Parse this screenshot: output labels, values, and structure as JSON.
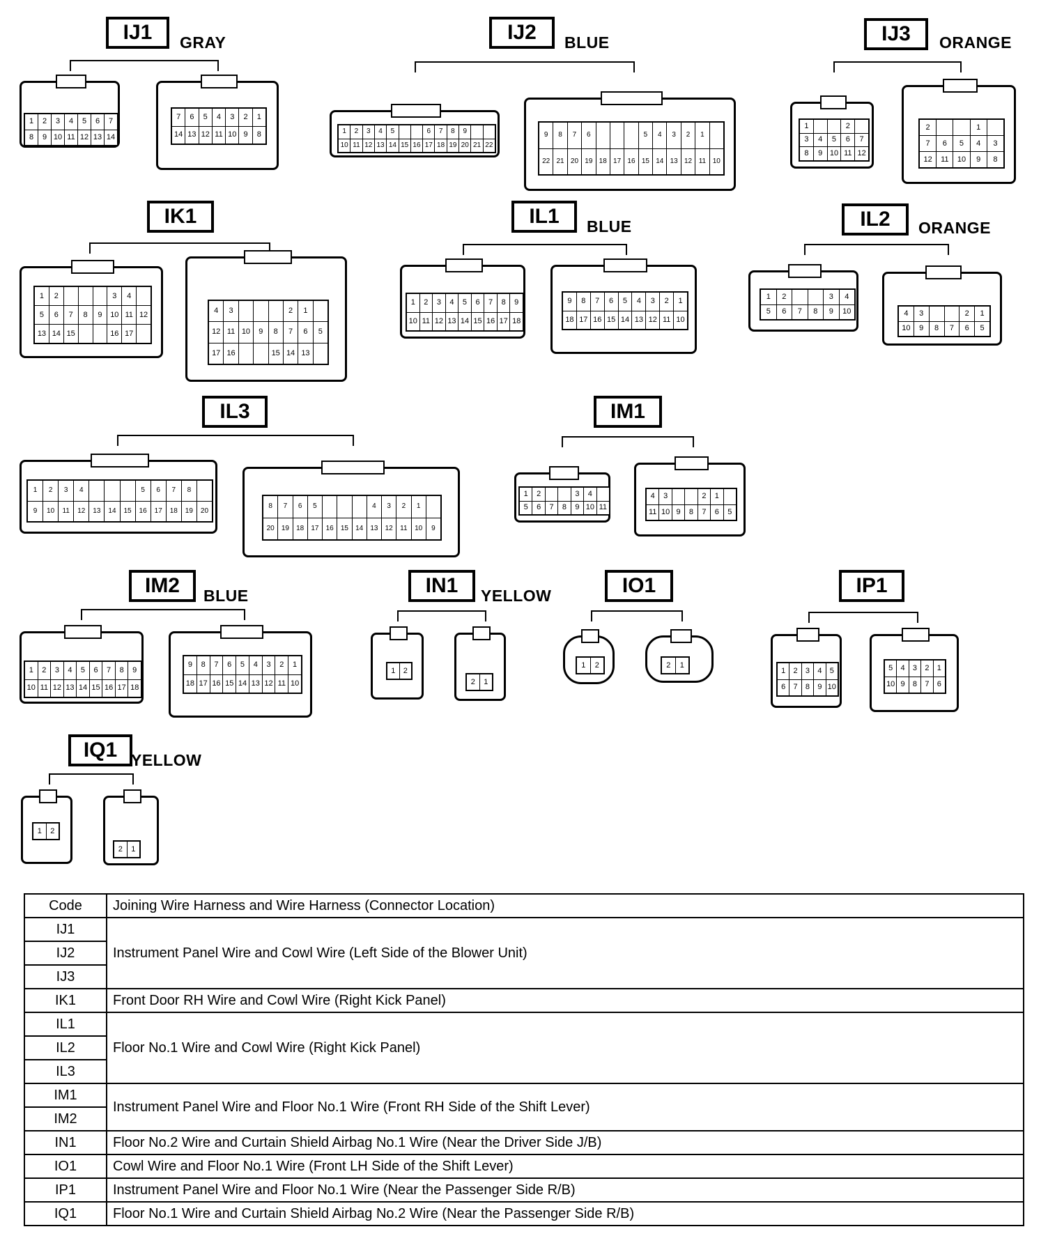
{
  "connectors": [
    {
      "code": "IJ1",
      "color": "GRAY",
      "left": {
        "rows": [
          [
            "1",
            "2",
            "3",
            "4",
            "5",
            "6",
            "7"
          ],
          [
            "8",
            "9",
            "10",
            "11",
            "12",
            "13",
            "14"
          ]
        ]
      },
      "right": {
        "rows": [
          [
            "7",
            "6",
            "5",
            "4",
            "3",
            "2",
            "1"
          ],
          [
            "14",
            "13",
            "12",
            "11",
            "10",
            "9",
            "8"
          ]
        ]
      }
    },
    {
      "code": "IJ2",
      "color": "BLUE",
      "left": {
        "rows": [
          [
            "1",
            "2",
            "3",
            "4",
            "5",
            "",
            "",
            "6",
            "7",
            "8",
            "9"
          ],
          [
            "10",
            "11",
            "12",
            "13",
            "14",
            "15",
            "16",
            "17",
            "18",
            "19",
            "20",
            "21",
            "22"
          ]
        ]
      },
      "right": {
        "rows": [
          [
            "9",
            "8",
            "7",
            "6",
            "",
            "",
            "",
            "5",
            "4",
            "3",
            "2",
            "1"
          ],
          [
            "22",
            "21",
            "20",
            "19",
            "18",
            "17",
            "16",
            "15",
            "14",
            "13",
            "12",
            "11",
            "10"
          ]
        ]
      }
    },
    {
      "code": "IJ3",
      "color": "ORANGE",
      "left": {
        "rows": [
          [
            "1",
            "",
            "",
            "2"
          ],
          [
            "3",
            "4",
            "5",
            "6",
            "7"
          ],
          [
            "8",
            "9",
            "10",
            "11",
            "12"
          ]
        ]
      },
      "right": {
        "rows": [
          [
            "2",
            "",
            "",
            "1"
          ],
          [
            "7",
            "6",
            "5",
            "4",
            "3"
          ],
          [
            "12",
            "11",
            "10",
            "9",
            "8"
          ]
        ]
      }
    },
    {
      "code": "IK1",
      "color": "",
      "left": {
        "rows": [
          [
            "1",
            "2",
            "",
            "",
            "",
            "3",
            "4"
          ],
          [
            "5",
            "6",
            "7",
            "8",
            "9",
            "10",
            "11",
            "12"
          ],
          [
            "13",
            "14",
            "15",
            "",
            "",
            "16",
            "17"
          ]
        ]
      },
      "right": {
        "rows": [
          [
            "4",
            "3",
            "",
            "",
            "",
            "2",
            "1"
          ],
          [
            "12",
            "11",
            "10",
            "9",
            "8",
            "7",
            "6",
            "5"
          ],
          [
            "17",
            "16",
            "",
            "",
            "15",
            "14",
            "13"
          ]
        ]
      }
    },
    {
      "code": "IL1",
      "color": "BLUE",
      "left": {
        "rows": [
          [
            "1",
            "2",
            "3",
            "4",
            "5",
            "6",
            "7",
            "8",
            "9"
          ],
          [
            "10",
            "11",
            "12",
            "13",
            "14",
            "15",
            "16",
            "17",
            "18"
          ]
        ]
      },
      "right": {
        "rows": [
          [
            "9",
            "8",
            "7",
            "6",
            "5",
            "4",
            "3",
            "2",
            "1"
          ],
          [
            "18",
            "17",
            "16",
            "15",
            "14",
            "13",
            "12",
            "11",
            "10"
          ]
        ]
      }
    },
    {
      "code": "IL2",
      "color": "ORANGE",
      "left": {
        "rows": [
          [
            "1",
            "2",
            "",
            "",
            "3",
            "4"
          ],
          [
            "5",
            "6",
            "7",
            "8",
            "9",
            "10"
          ]
        ]
      },
      "right": {
        "rows": [
          [
            "4",
            "3",
            "",
            "",
            "2",
            "1"
          ],
          [
            "10",
            "9",
            "8",
            "7",
            "6",
            "5"
          ]
        ]
      }
    },
    {
      "code": "IL3",
      "color": "",
      "left": {
        "rows": [
          [
            "1",
            "2",
            "3",
            "4",
            "",
            "",
            "",
            "5",
            "6",
            "7",
            "8"
          ],
          [
            "9",
            "10",
            "11",
            "12",
            "13",
            "14",
            "15",
            "16",
            "17",
            "18",
            "19",
            "20"
          ]
        ]
      },
      "right": {
        "rows": [
          [
            "8",
            "7",
            "6",
            "5",
            "",
            "",
            "",
            "4",
            "3",
            "2",
            "1"
          ],
          [
            "20",
            "19",
            "18",
            "17",
            "16",
            "15",
            "14",
            "13",
            "12",
            "11",
            "10",
            "9"
          ]
        ]
      }
    },
    {
      "code": "IM1",
      "color": "",
      "left": {
        "rows": [
          [
            "1",
            "2",
            "",
            "",
            "3",
            "4"
          ],
          [
            "5",
            "6",
            "7",
            "8",
            "9",
            "10",
            "11"
          ]
        ]
      },
      "right": {
        "rows": [
          [
            "4",
            "3",
            "",
            "",
            "2",
            "1"
          ],
          [
            "11",
            "10",
            "9",
            "8",
            "7",
            "6",
            "5"
          ]
        ]
      }
    },
    {
      "code": "IM2",
      "color": "BLUE",
      "left": {
        "rows": [
          [
            "1",
            "2",
            "3",
            "4",
            "5",
            "6",
            "7",
            "8",
            "9"
          ],
          [
            "10",
            "11",
            "12",
            "13",
            "14",
            "15",
            "16",
            "17",
            "18"
          ]
        ]
      },
      "right": {
        "rows": [
          [
            "9",
            "8",
            "7",
            "6",
            "5",
            "4",
            "3",
            "2",
            "1"
          ],
          [
            "18",
            "17",
            "16",
            "15",
            "14",
            "13",
            "12",
            "11",
            "10"
          ]
        ]
      }
    },
    {
      "code": "IN1",
      "color": "YELLOW",
      "left": {
        "rows": [
          [
            "1",
            "2"
          ]
        ]
      },
      "right": {
        "rows": [
          [
            "2",
            "1"
          ]
        ]
      }
    },
    {
      "code": "IO1",
      "color": "",
      "left": {
        "rows": [
          [
            "1",
            "2"
          ]
        ]
      },
      "right": {
        "rows": [
          [
            "2",
            "1"
          ]
        ]
      }
    },
    {
      "code": "IP1",
      "color": "",
      "left": {
        "rows": [
          [
            "1",
            "2",
            "3",
            "4",
            "5"
          ],
          [
            "6",
            "7",
            "8",
            "9",
            "10"
          ]
        ]
      },
      "right": {
        "rows": [
          [
            "5",
            "4",
            "3",
            "2",
            "1"
          ],
          [
            "10",
            "9",
            "8",
            "7",
            "6"
          ]
        ]
      }
    },
    {
      "code": "IQ1",
      "color": "YELLOW",
      "left": {
        "rows": [
          [
            "1",
            "2"
          ]
        ]
      },
      "right": {
        "rows": [
          [
            "2",
            "1"
          ]
        ]
      }
    }
  ],
  "table": {
    "header": {
      "code": "Code",
      "desc": "Joining Wire Harness and Wire Harness (Connector Location)"
    },
    "groups": [
      {
        "codes": [
          "IJ1",
          "IJ2",
          "IJ3"
        ],
        "desc": "Instrument Panel Wire and Cowl Wire (Left Side of the Blower Unit)"
      },
      {
        "codes": [
          "IK1"
        ],
        "desc": "Front Door RH Wire and Cowl Wire (Right Kick Panel)"
      },
      {
        "codes": [
          "IL1",
          "IL2",
          "IL3"
        ],
        "desc": "Floor No.1 Wire and Cowl Wire (Right Kick Panel)"
      },
      {
        "codes": [
          "IM1",
          "IM2"
        ],
        "desc": "Instrument Panel Wire and Floor No.1 Wire (Front RH Side of the Shift Lever)"
      },
      {
        "codes": [
          "IN1"
        ],
        "desc": "Floor No.2 Wire and Curtain Shield Airbag No.1 Wire (Near the Driver Side J/B)"
      },
      {
        "codes": [
          "IO1"
        ],
        "desc": "Cowl Wire and Floor No.1 Wire (Front LH Side of the Shift Lever)"
      },
      {
        "codes": [
          "IP1"
        ],
        "desc": "Instrument Panel Wire and Floor No.1 Wire (Near the Passenger Side R/B)"
      },
      {
        "codes": [
          "IQ1"
        ],
        "desc": "Floor No.1 Wire and Curtain Shield Airbag No.2 Wire (Near the Passenger Side R/B)"
      }
    ]
  }
}
